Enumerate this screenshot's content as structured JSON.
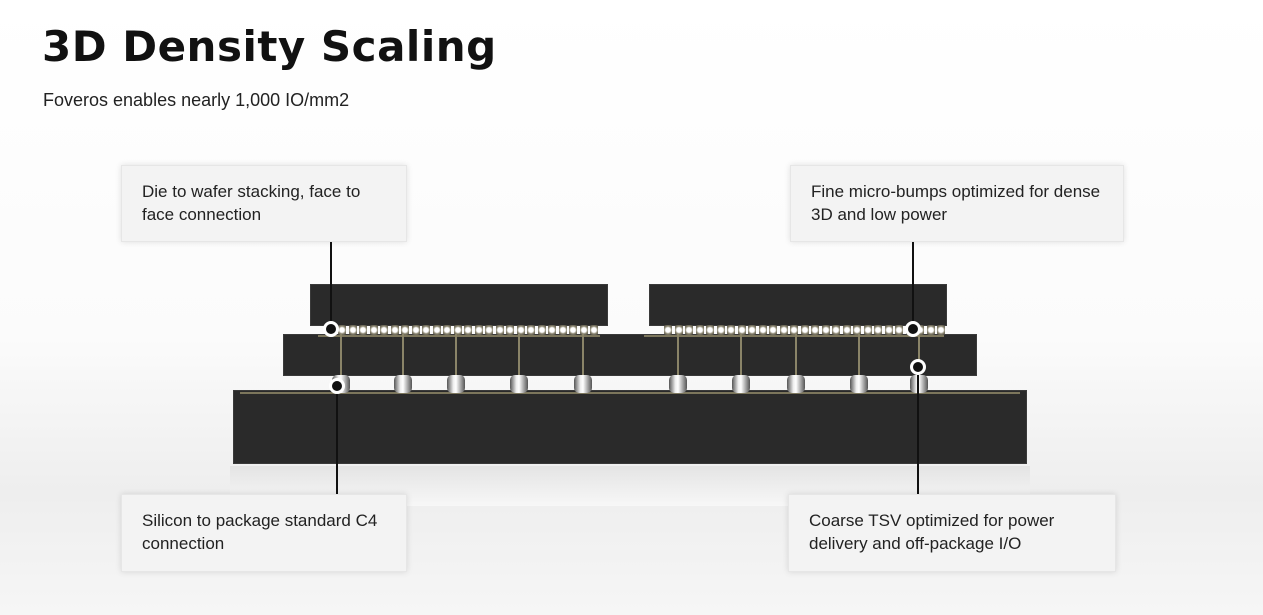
{
  "title": "3D Density Scaling",
  "subtitle": "Foveros enables nearly 1,000 IO/mm2",
  "callouts": {
    "top_left": "Die to wafer stacking, face to face connection",
    "top_right": "Fine micro-bumps optimized for dense 3D and low power",
    "bottom_left": "Silicon to package standard C4 connection",
    "bottom_right": "Coarse TSV optimized for power delivery and off-package I/O"
  }
}
